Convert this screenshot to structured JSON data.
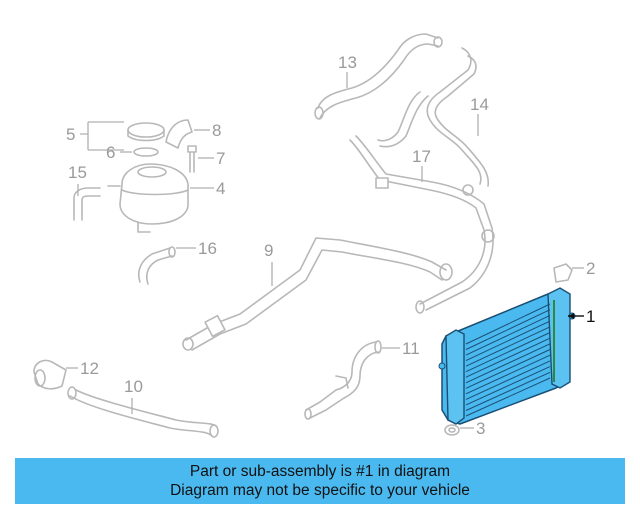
{
  "callouts": {
    "c1": "1",
    "c2": "2",
    "c3": "3",
    "c4": "4",
    "c5": "5",
    "c6": "6",
    "c7": "7",
    "c8": "8",
    "c9": "9",
    "c10": "10",
    "c11": "11",
    "c12": "12",
    "c13": "13",
    "c14": "14",
    "c15": "15",
    "c16": "16",
    "c17": "17"
  },
  "highlight_part": "1",
  "colors": {
    "highlight_fill": "#4ab9f0",
    "highlight_stroke": "#1a4f73",
    "ghost_line": "#b8b8b8",
    "banner_bg": "#4ab9f0"
  },
  "banner": {
    "line1": "Part or sub-assembly is #1 in diagram",
    "line2": "Diagram may not be specific to your vehicle"
  }
}
